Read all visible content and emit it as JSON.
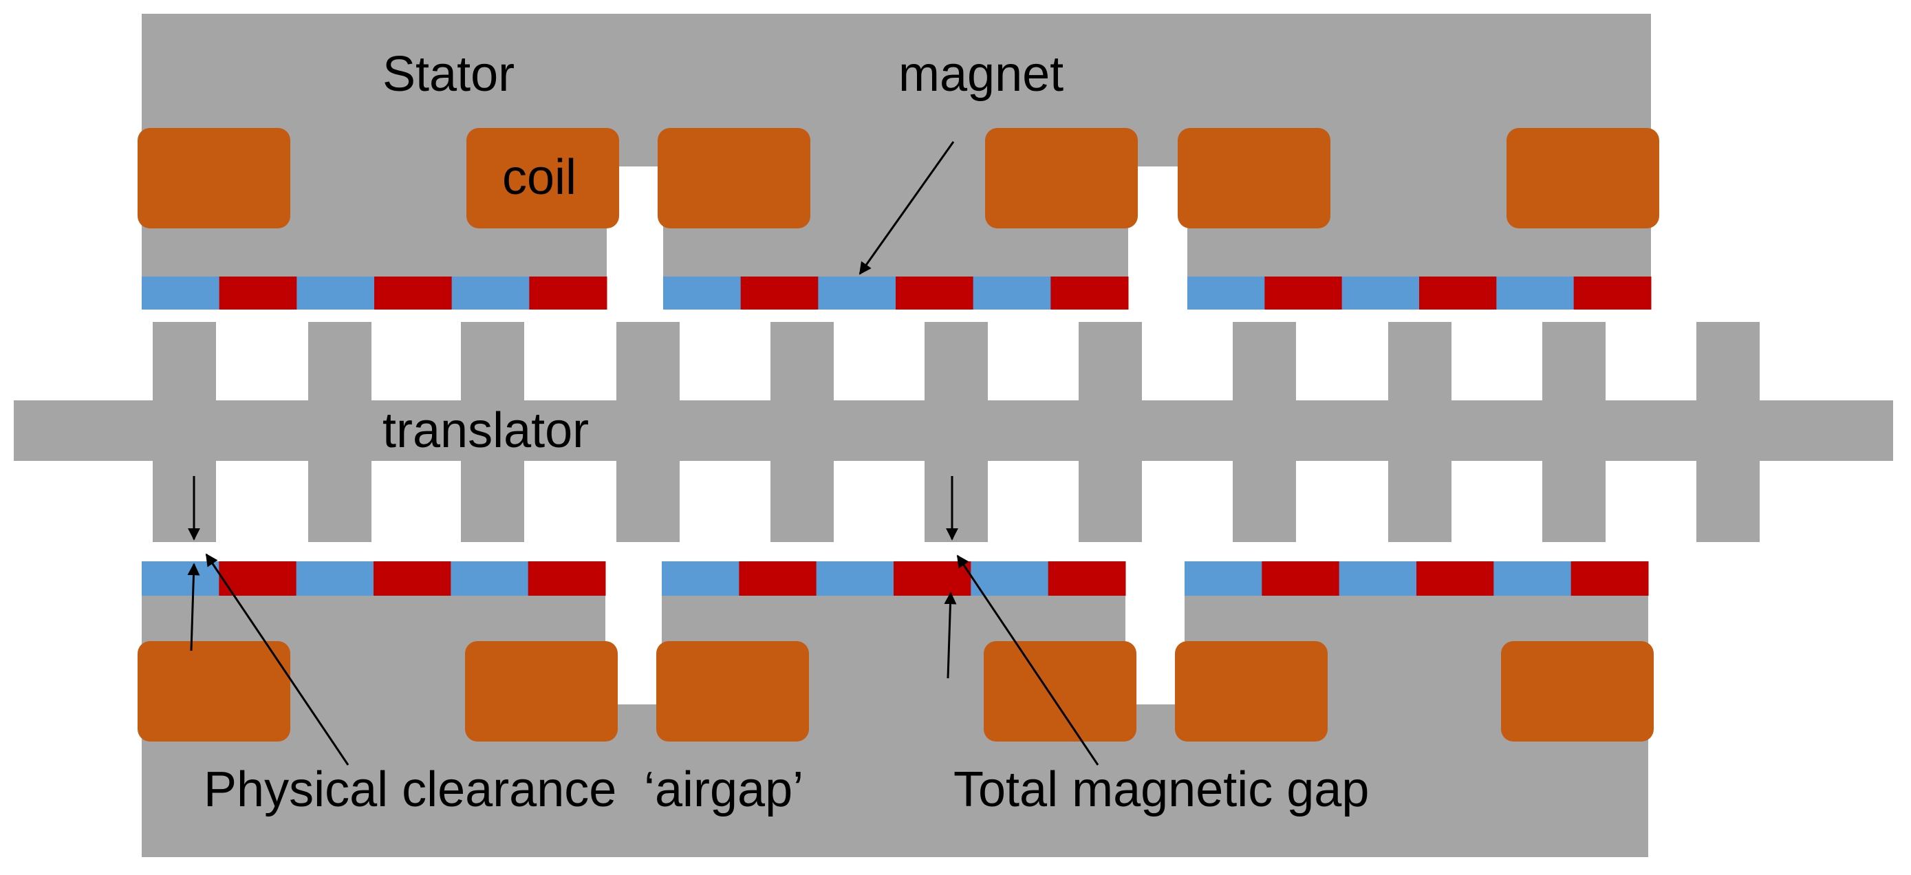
{
  "labels": {
    "stator": "Stator",
    "magnet": "magnet",
    "coil": "coil",
    "translator": "translator",
    "physical_clearance": "Physical clearance",
    "airgap": "‘airgap’",
    "total_magnetic_gap": "Total magnetic gap"
  },
  "colors": {
    "steel": "#A5A5A5",
    "coil": "#C55A11",
    "magnet_red": "#C00000",
    "magnet_blue": "#5B9BD5",
    "arrow": "#000000",
    "background": "#FFFFFF"
  },
  "structure": {
    "stator_count": 2,
    "stator_segments_per_side": 3,
    "coils_per_side": 6,
    "magnet_blocks_per_segment": 6,
    "magnet_pattern": [
      "blue",
      "red"
    ],
    "translator_teeth": 11
  }
}
